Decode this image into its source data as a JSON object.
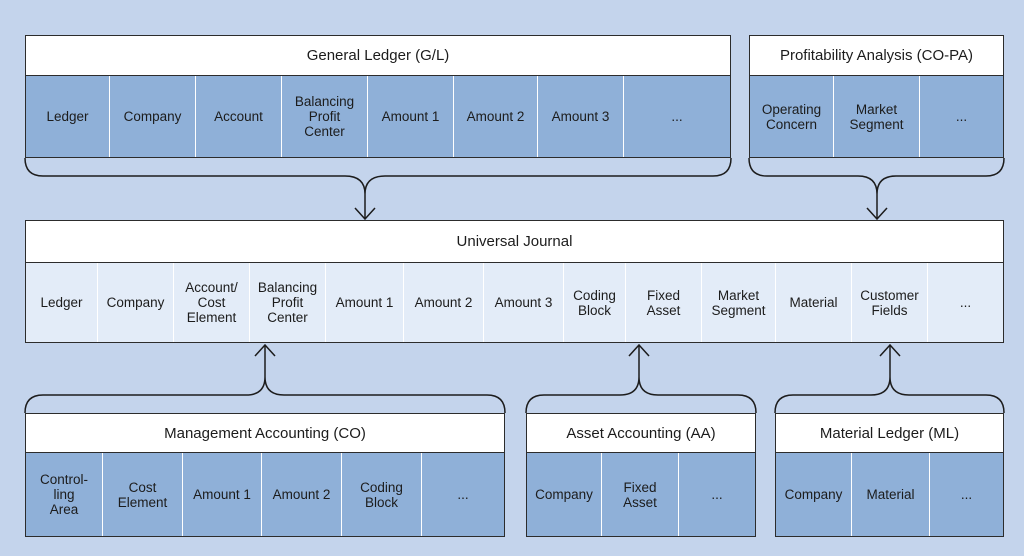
{
  "gl": {
    "title": "General Ledger (G/L)",
    "fields": [
      "Ledger",
      "Company",
      "Account",
      "Balancing\nProfit\nCenter",
      "Amount 1",
      "Amount 2",
      "Amount 3",
      "..."
    ]
  },
  "copa": {
    "title": "Profitability Analysis (CO-PA)",
    "fields": [
      "Operating\nConcern",
      "Market\nSegment",
      "..."
    ]
  },
  "uj": {
    "title": "Universal Journal",
    "fields": [
      "Ledger",
      "Company",
      "Account/\nCost\nElement",
      "Balancing\nProfit\nCenter",
      "Amount 1",
      "Amount 2",
      "Amount 3",
      "Coding\nBlock",
      "Fixed\nAsset",
      "Market\nSegment",
      "Material",
      "Customer\nFields",
      "..."
    ]
  },
  "co": {
    "title": "Management Accounting (CO)",
    "fields": [
      "Control-\nling\nArea",
      "Cost\nElement",
      "Amount 1",
      "Amount 2",
      "Coding\nBlock",
      "..."
    ]
  },
  "aa": {
    "title": "Asset Accounting (AA)",
    "fields": [
      "Company",
      "Fixed\nAsset",
      "..."
    ]
  },
  "ml": {
    "title": "Material Ledger (ML)",
    "fields": [
      "Company",
      "Material",
      "..."
    ]
  },
  "colors": {
    "background": "#c4d4ec",
    "source_cells": "#8fb0d8",
    "journal_cells": "#e3ecf8",
    "title_bar": "#ffffff"
  }
}
